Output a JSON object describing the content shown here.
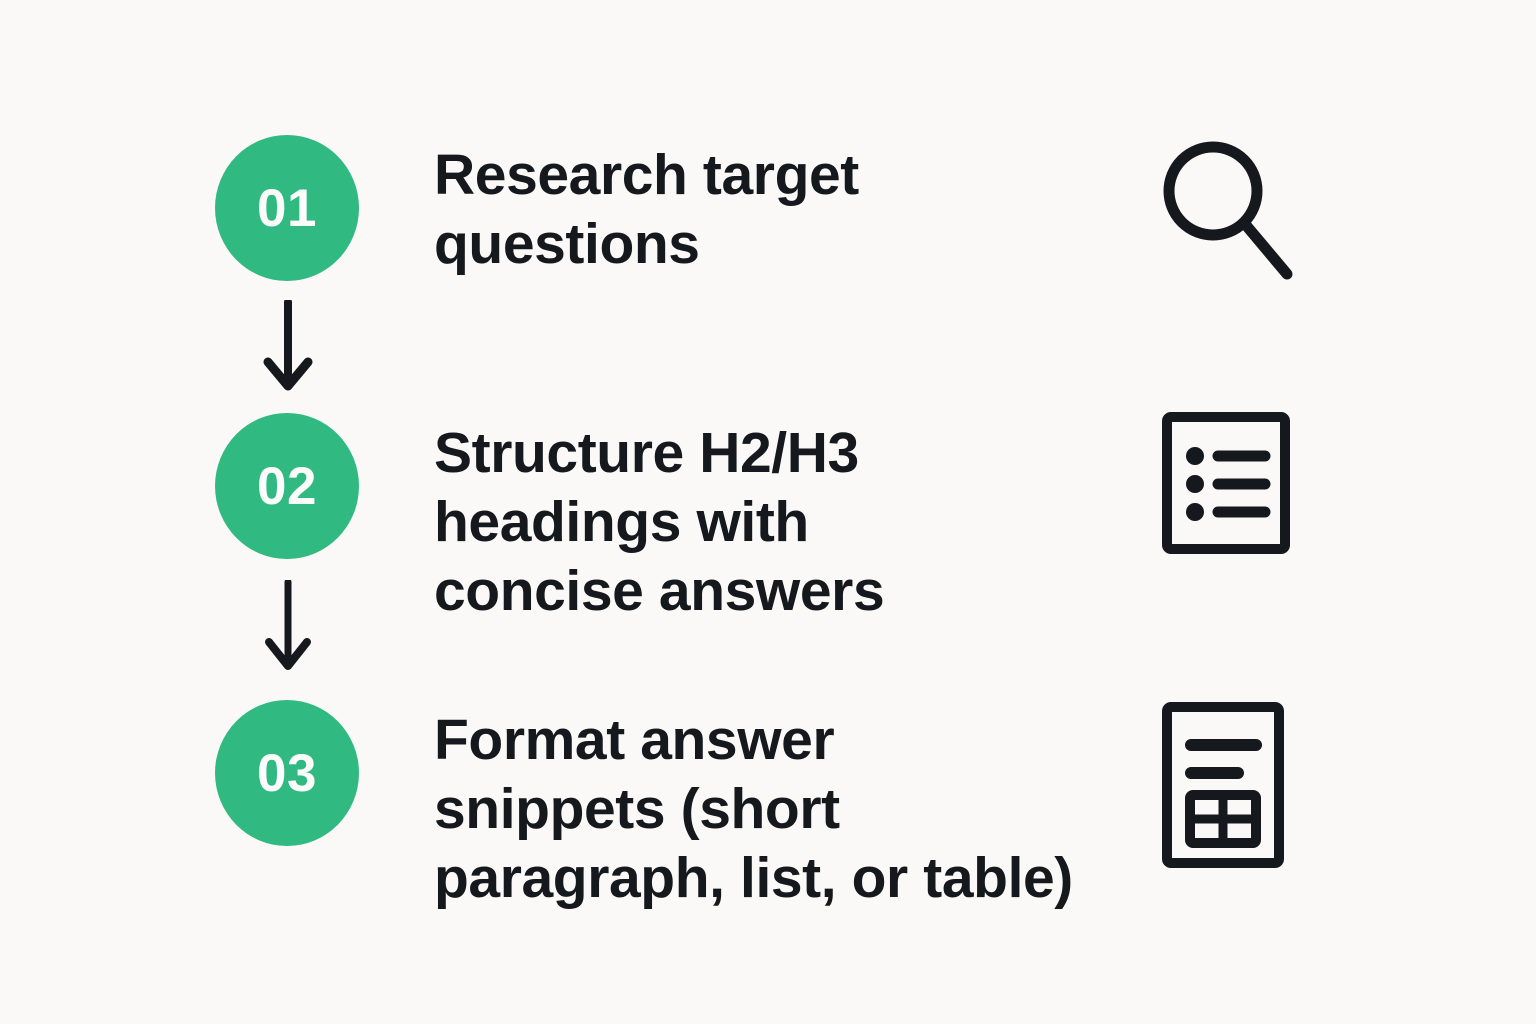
{
  "theme": {
    "background": "#faf9f7",
    "accent_green": "#30b981",
    "ink": "#15191d",
    "badge_text": "#fbfdfb"
  },
  "diagram": {
    "type": "vertical-numbered-flow",
    "step_count": 3,
    "steps": [
      {
        "number": "01",
        "label": "Research target\nquestions",
        "icon": "search-icon"
      },
      {
        "number": "02",
        "label": "Structure H2/H3\nheadings with\nconcise answers",
        "icon": "bulleted-list-icon"
      },
      {
        "number": "03",
        "label": "Format answer\nsnippets (short\nparagraph, list, or table)",
        "icon": "document-table-icon"
      }
    ],
    "connectors": [
      {
        "from": "01",
        "to": "02",
        "shape": "down-arrow"
      },
      {
        "from": "02",
        "to": "03",
        "shape": "down-arrow"
      }
    ]
  }
}
